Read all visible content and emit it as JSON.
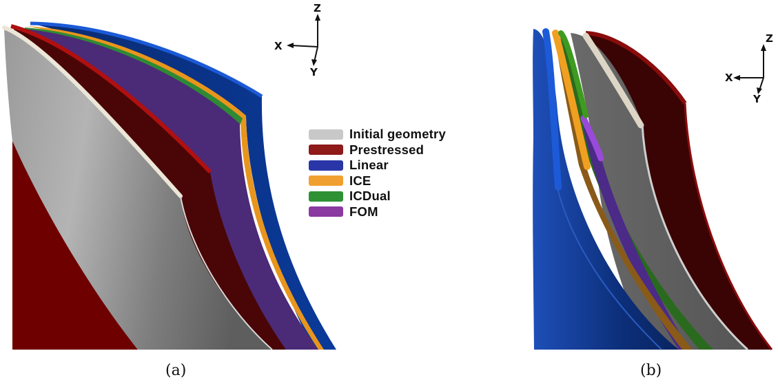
{
  "legend": {
    "items": [
      {
        "label": "Initial geometry",
        "color": "#c8c8c8"
      },
      {
        "label": "Prestressed",
        "color": "#8e1a1a"
      },
      {
        "label": "Linear",
        "color": "#2a36a8"
      },
      {
        "label": "ICE",
        "color": "#f0a030"
      },
      {
        "label": "ICDual",
        "color": "#2e9134"
      },
      {
        "label": "FOM",
        "color": "#8a3aa0"
      }
    ]
  },
  "panel_a": {
    "caption": "(a)",
    "axes": {
      "z": "Z",
      "x": "X",
      "y": "Y"
    }
  },
  "panel_b": {
    "caption": "(b)",
    "axes": {
      "z": "Z",
      "x": "X",
      "y": "Y"
    }
  }
}
